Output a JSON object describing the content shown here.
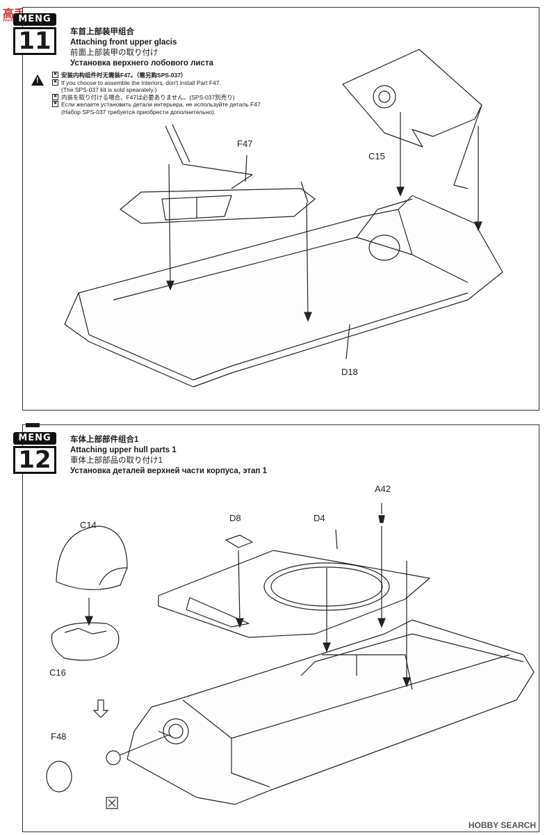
{
  "watermark_top": "高手网",
  "watermark_top_sub": "www.ggmodel.com",
  "brand": "MENG",
  "step11": {
    "number": "11",
    "title_cn": "车首上部装甲组合",
    "title_en": "Attaching front upper glacis",
    "title_jp": "前面上部装甲の取り付け",
    "title_ru": "Установка верхнего лобового листа",
    "notes": [
      "安装内构组件时无需装F47。（需另购SPS-037）",
      "If you choose to assemble the interiors, don't install Part F47.",
      "(The SPS-037 kit is sold spearately.)",
      "内装を取り付ける場合、F47は必要ありません。(SPS-037別売り)",
      "Если желаете установить детали интерьера, не используйте деталь F47",
      "(Набор SPS-037 требуется приобрести дополнительно)."
    ],
    "parts": [
      "F47",
      "C15",
      "D18"
    ]
  },
  "step12": {
    "number": "12",
    "title_cn": "车体上部部件组合1",
    "title_en": "Attaching upper hull parts 1",
    "title_jp": "車体上部部品の取り付け1",
    "title_ru": "Установка деталей верхней части корпуса, этап 1",
    "parts": [
      "C14",
      "D8",
      "D4",
      "A42",
      "C16",
      "F48"
    ]
  },
  "footer_brand": "HOBBY SEARCH"
}
